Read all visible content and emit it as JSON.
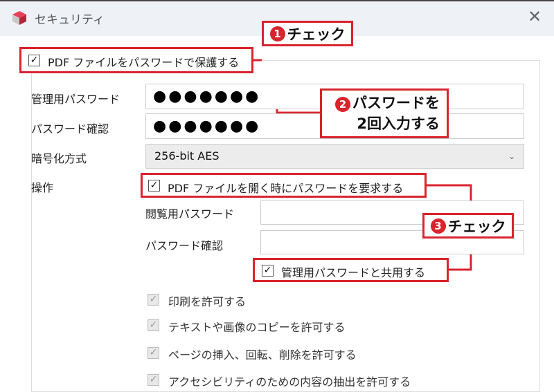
{
  "window": {
    "title": "セキュリティ",
    "close_icon": "close-icon",
    "app_icon": "cube-icon"
  },
  "protect": {
    "label": "PDF ファイルをパスワードで保護する",
    "checked": true
  },
  "form": {
    "admin_password_label": "管理用パスワード",
    "admin_password_value": "●●●●●●●",
    "admin_confirm_label": "パスワード確認",
    "admin_confirm_value": "●●●●●●●",
    "encryption_label": "暗号化方式",
    "encryption_value": "256-bit AES",
    "operations_label": "操作",
    "require_open": {
      "label": "PDF ファイルを開く時にパスワードを要求する",
      "checked": true
    },
    "view_password_label": "閲覧用パスワード",
    "view_password_value": "",
    "view_confirm_label": "パスワード確認",
    "view_confirm_value": "",
    "share_admin": {
      "label": "管理用パスワードと共用する",
      "checked": true
    },
    "permissions": [
      {
        "label": "印刷を許可する",
        "checked": true
      },
      {
        "label": "テキストや画像のコピーを許可する",
        "checked": true
      },
      {
        "label": "ページの挿入、回転、削除を許可する",
        "checked": true
      },
      {
        "label": "アクセシビリティのための内容の抽出を許可する",
        "checked": true
      }
    ]
  },
  "callouts": {
    "c1": {
      "num": "1",
      "text": "チェック"
    },
    "c2": {
      "num": "2",
      "line1": "パスワードを",
      "line2": "2回入力する"
    },
    "c3": {
      "num": "3",
      "text": "チェック"
    }
  },
  "colors": {
    "accent": "#d9232d"
  }
}
